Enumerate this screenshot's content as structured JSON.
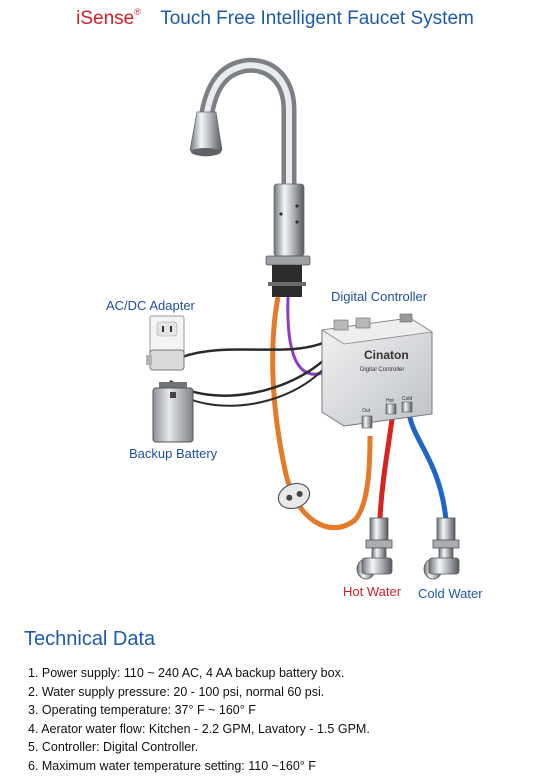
{
  "header": {
    "brand": "iSense",
    "brand_mark": "®",
    "tagline": "Touch Free Intelligent Faucet System"
  },
  "diagram": {
    "labels": {
      "adapter": "AC/DC Adapter",
      "controller": "Digital Controller",
      "battery": "Backup Battery",
      "hot_water": "Hot Water",
      "cold_water": "Cold Water"
    },
    "controller_box": {
      "brand": "Cinaton",
      "subtitle": "Digital Controller",
      "port_hot": "Hot",
      "port_cold": "Cold",
      "port_out": "Out"
    },
    "colors": {
      "hot_line": "#d8231f",
      "cold_line": "#1f66c8",
      "mixed_line": "#e37b2a",
      "signal_line": "#8b3fc0",
      "power_cable": "#2a2a2a",
      "chrome": "#b8bcc2"
    },
    "icons": [
      "faucet-icon",
      "wall-outlet-icon",
      "power-adapter-icon",
      "battery-box-icon",
      "controller-box-icon",
      "inline-filter-icon",
      "shutoff-valve-icon"
    ]
  },
  "technical": {
    "title": "Technical Data",
    "items": [
      "1. Power supply: 110 ~ 240 AC, 4 AA backup battery box.",
      "2. Water supply pressure: 20 - 100 psi, normal 60 psi.",
      "3. Operating temperature: 37° F ~ 160° F",
      "4. Aerator water flow: Kitchen - 2.2 GPM, Lavatory - 1.5 GPM.",
      "5. Controller: Digital Controller.",
      "6. Maximum water temperature setting: 110 ~160° F"
    ]
  }
}
